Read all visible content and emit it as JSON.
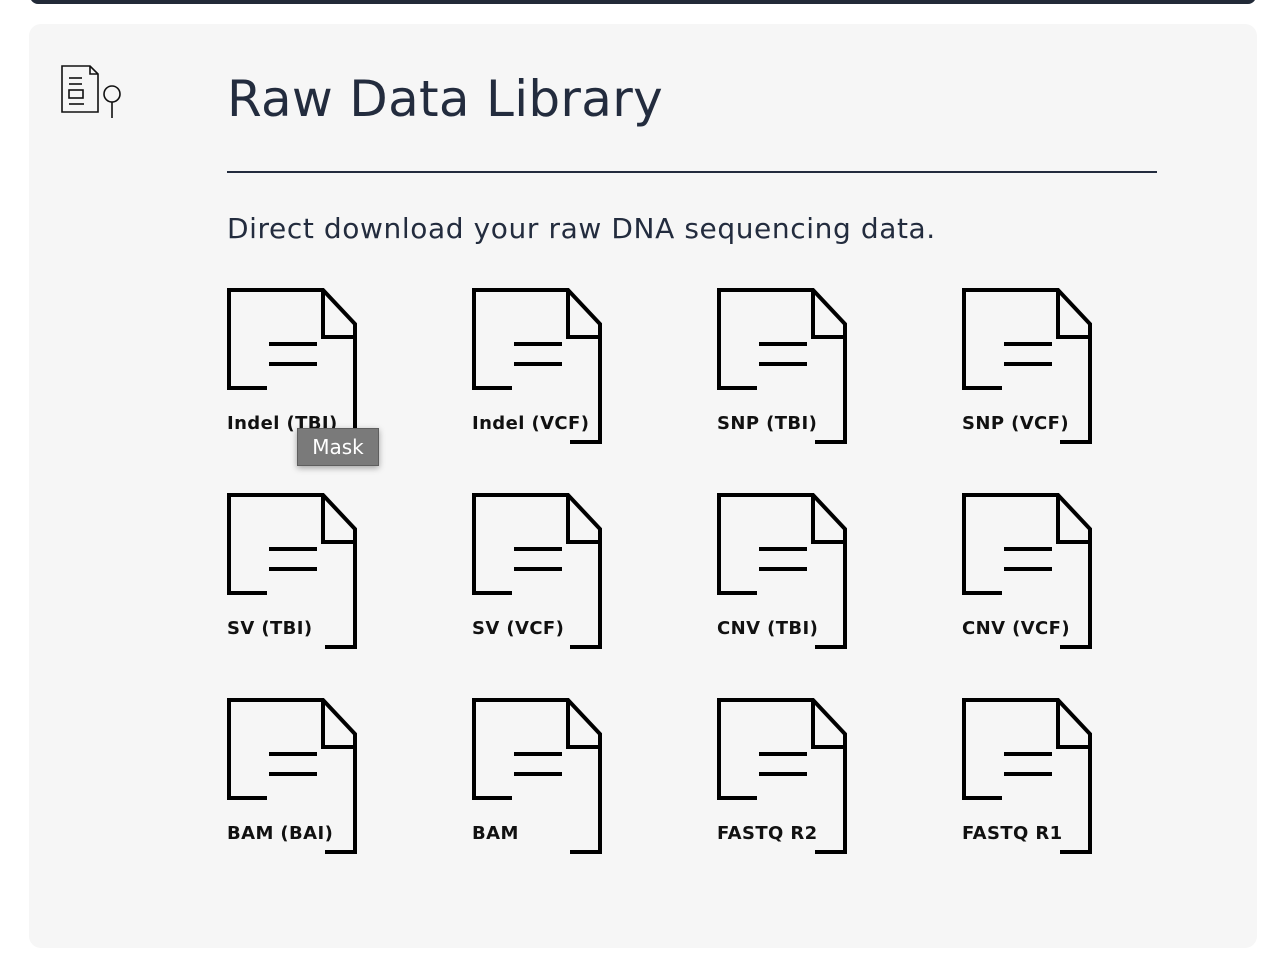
{
  "section": {
    "title": "Raw Data Library",
    "subtitle": "Direct download your raw DNA sequencing data.",
    "icon": "document-search-icon"
  },
  "files": [
    {
      "label": "Indel (TBI)",
      "icon": "file-icon"
    },
    {
      "label": "Indel (VCF)",
      "icon": "file-icon"
    },
    {
      "label": "SNP (TBI)",
      "icon": "file-icon"
    },
    {
      "label": "SNP (VCF)",
      "icon": "file-icon"
    },
    {
      "label": "SV (TBI)",
      "icon": "file-icon"
    },
    {
      "label": "SV (VCF)",
      "icon": "file-icon"
    },
    {
      "label": "CNV (TBI)",
      "icon": "file-icon"
    },
    {
      "label": "CNV (VCF)",
      "icon": "file-icon"
    },
    {
      "label": "BAM (BAI)",
      "icon": "file-icon"
    },
    {
      "label": "BAM",
      "icon": "file-icon"
    },
    {
      "label": "FASTQ R2",
      "icon": "file-icon"
    },
    {
      "label": "FASTQ R1",
      "icon": "file-icon"
    }
  ],
  "tooltip": {
    "text": "Mask"
  },
  "colors": {
    "card_background": "#f6f6f6",
    "text_primary": "#232c3e",
    "top_bar": "#222a38",
    "tooltip_background": "#7a7a7a"
  }
}
